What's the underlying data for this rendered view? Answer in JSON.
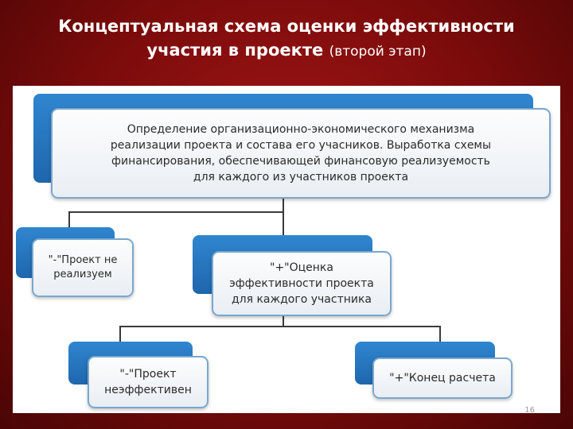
{
  "title": {
    "line1": "Концептуальная схема оценки эффективности",
    "line2_main": "участия в проекте",
    "line2_sub": "(второй этап)"
  },
  "nodes": {
    "top": "Определение организационно-экономического механизма\nреализации проекта и состава его учасников. Выработка схемы\nфинансирования, обеспечивающей финансовую реализуемость\nдля каждого из участников проекта",
    "not_feasible": "\"-\"Проект не\nреализуем",
    "evaluation": "\"+\"Оценка\nэффективности проекта\nдля каждого участника",
    "not_efficient": "\"-\"Проект\nнеэффективен",
    "end": "\"+\"Конец расчета"
  },
  "page_number": "16"
}
